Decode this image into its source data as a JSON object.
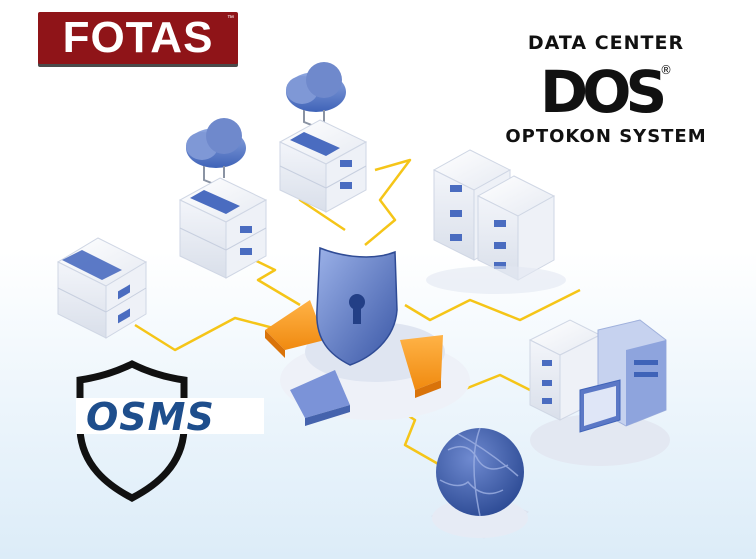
{
  "brand": {
    "logo_text": "FOTAS",
    "logo_color": "#8f1418"
  },
  "datacenter": {
    "top_text": "DATA CENTER",
    "logo_text": "DOS",
    "registered": "®",
    "bottom_text": "OPTOKON SYSTEM"
  },
  "osms": {
    "logo_text": "OSMS",
    "color": "#1e4e8c"
  },
  "palette": {
    "accent_orange": "#f7931e",
    "connector": "#f5c518",
    "server_blue": "#3f63b8"
  },
  "icons": [
    "cloud-icon",
    "server-icon",
    "shield-lock-icon",
    "globe-icon",
    "workstation-icon"
  ]
}
